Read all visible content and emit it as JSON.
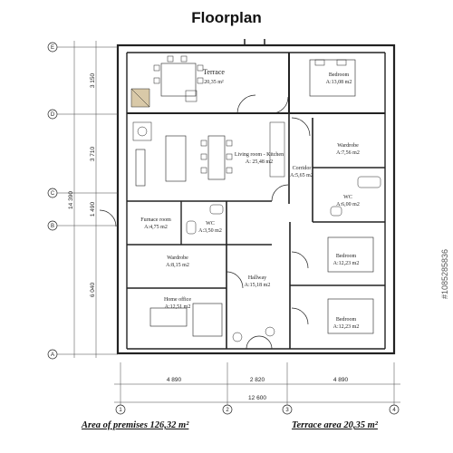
{
  "title": "Floorplan",
  "rooms": [
    {
      "name": "Terrace",
      "area": "20,35 m²"
    },
    {
      "name": "Bedroom",
      "area": "A:13,08 m2"
    },
    {
      "name": "Living room - Kitchen",
      "area": "A: 25,48 m2"
    },
    {
      "name": "Corridor",
      "area": "A:5,65 m2"
    },
    {
      "name": "Wardrobe",
      "area": "A:7,56 m2"
    },
    {
      "name": "WC",
      "area": "A:6,00 m2"
    },
    {
      "name": "Furnace room",
      "area": "A:4,75 m2"
    },
    {
      "name": "WC",
      "area": "A:3,50 m2"
    },
    {
      "name": "Wardrobe",
      "area": "A:8,15 m2"
    },
    {
      "name": "Bedroom",
      "area": "A:12,23 m2"
    },
    {
      "name": "Hallway",
      "area": "A:15,18 m2"
    },
    {
      "name": "Home office",
      "area": "A:12,51 m2"
    },
    {
      "name": "Bedroom",
      "area": "A:12,23 m2"
    }
  ],
  "axes": {
    "rows": [
      "E",
      "D",
      "C",
      "B",
      "A"
    ],
    "columns": [
      "1",
      "2",
      "3",
      "4"
    ]
  },
  "dimensions": {
    "vertical": [
      "3 150",
      "3 710",
      "1 490",
      "6 040"
    ],
    "vertical_total": "14 390",
    "horizontal": [
      "4 890",
      "2 820",
      "4 890"
    ],
    "horizontal_total": "12 600"
  },
  "footer": {
    "premises": "Area of premises 126,32 m²",
    "terrace": "Terrace area 20,35 m²"
  },
  "watermark": "#1085285836"
}
